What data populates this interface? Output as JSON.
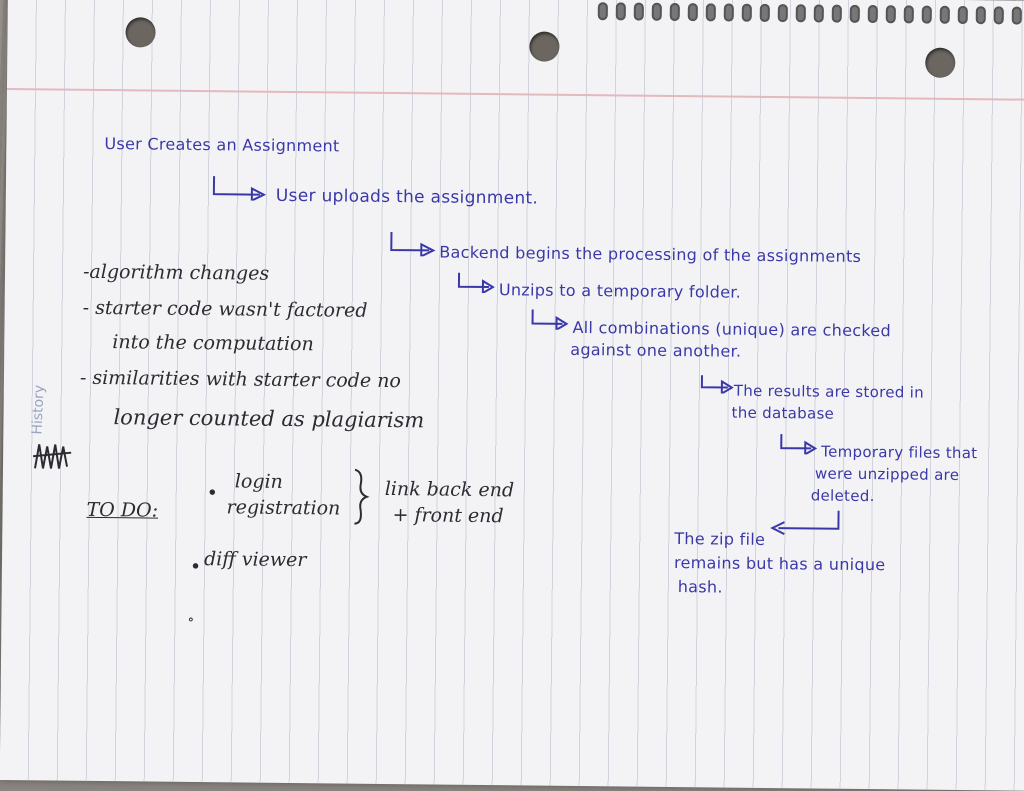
{
  "flow": {
    "step1": "User Creates an Assignment",
    "step2": "User uploads the assignment.",
    "step3": "Backend begins the processing of the assignments",
    "step4": "Unzips to a temporary folder.",
    "step5_line1": "All combinations (unique) are checked",
    "step5_line2": "against one another.",
    "step6_line1": "The results are stored in",
    "step6_line2": "the database",
    "step7_line1": "Temporary files that",
    "step7_line2": "were unzipped are",
    "step7_line3": "deleted.",
    "note_line1": "The zip file",
    "note_line2": "remains but has a unique",
    "note_line3": "hash."
  },
  "changes": {
    "item1": "-algorithm changes",
    "item2_line1": "- starter code wasn't factored",
    "item2_line2": "into the computation",
    "item3_line1": "- similarities with starter code no",
    "item3_line2": "longer counted as plagiarism"
  },
  "margin_note": "History",
  "todo": {
    "heading": "TO DO:",
    "item1_line1": "login",
    "item1_line2": "registration",
    "brace_note_line1": "link back end",
    "brace_note_line2": "+ front end",
    "item2": "diff viewer"
  },
  "colors": {
    "paper": "#f3f3f6",
    "blue_ink": "#3a38a8",
    "black_pen": "#2b2b30",
    "margin_rule": "#e3b8be"
  }
}
